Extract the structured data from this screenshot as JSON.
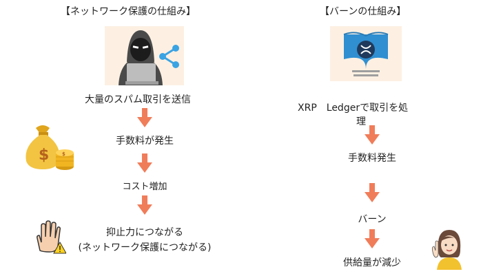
{
  "left": {
    "heading": "【ネットワーク保護の仕組み】",
    "steps": [
      "大量のスパム取引を送信",
      "手数料が発生",
      "コスト増加",
      "抑止力につながる",
      "(ネットワーク保護につながる)"
    ]
  },
  "right": {
    "heading": "【バーンの仕組み】",
    "steps": [
      "XRP　Ledgerで取引を処",
      "理",
      "手数料発生",
      "バーン",
      "供給量が減少"
    ]
  },
  "colors": {
    "arrow": "#f07d5a",
    "illustration_bg": "#fdf0e2",
    "share_icon": "#3aa3e3",
    "ledger_blue": "#2f8fd1",
    "coin_gold": "#f2b522"
  },
  "icons": [
    "hacker-laptop-icon",
    "share-icon",
    "ledger-book-icon",
    "xrp-logo-icon",
    "money-bag-icon",
    "coin-stack-icon",
    "stop-hand-icon",
    "warning-icon",
    "woman-avatar-icon"
  ]
}
